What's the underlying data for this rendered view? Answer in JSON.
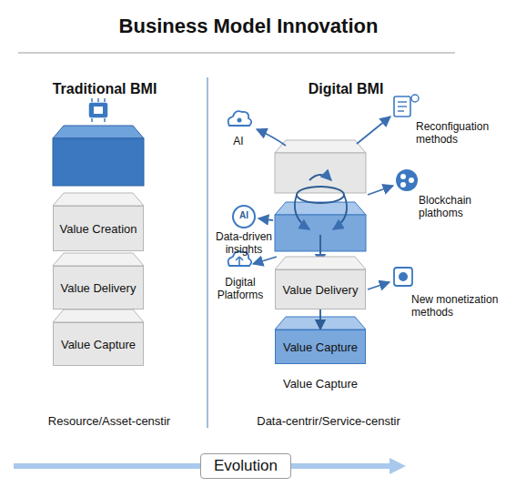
{
  "diagram": {
    "title": "Business Model Innovation",
    "nodes": [
      {
        "text": [
          "Value Creation"
        ]
      },
      {
        "text": [
          "Value Delivery"
        ]
      },
      {
        "text": [
          "Value Capture"
        ]
      },
      {
        "text": [
          "Value Delivery"
        ]
      },
      {
        "text": [
          "Value Capture"
        ]
      },
      {
        "text": [
          "Evolution"
        ]
      }
    ],
    "edges": [
      {
        "from": 3,
        "to": 4,
        "arrow": "to"
      }
    ],
    "labels": [
      "Traditional BMI",
      "Digital BMI",
      "AI",
      "Reconfiguation methods",
      "AI",
      "Data-driven insights",
      "Blockchain plathoms",
      "Digital Platforms",
      "New monetization methods",
      "Value Capture",
      "Resource/Asset-censtir",
      "Data-centrir/Service-censtir"
    ]
  }
}
